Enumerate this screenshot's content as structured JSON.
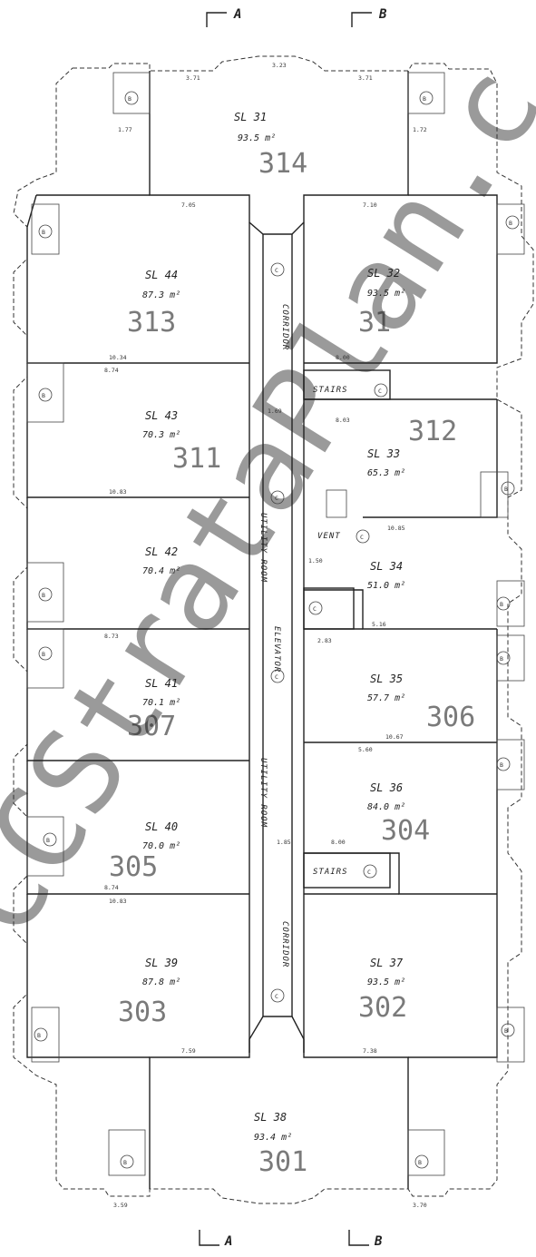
{
  "sections": {
    "a_top": "A",
    "b_top": "B",
    "a_bottom": "A",
    "b_bottom": "B"
  },
  "watermark": "CCStrataPlan.c",
  "lots": [
    {
      "id": "sl31",
      "name": "SL 31",
      "area": "93.5 m²",
      "handwritten": "314"
    },
    {
      "id": "sl32",
      "name": "SL 32",
      "area": "93.5 m²",
      "handwritten": "31"
    },
    {
      "id": "sl33",
      "name": "SL 33",
      "area": "65.3 m²",
      "handwritten": "312"
    },
    {
      "id": "sl34",
      "name": "SL 34",
      "area": "51.0 m²",
      "handwritten": ""
    },
    {
      "id": "sl35",
      "name": "SL 35",
      "area": "57.7 m²",
      "handwritten": "306"
    },
    {
      "id": "sl36",
      "name": "SL 36",
      "area": "84.0 m²",
      "handwritten": "304"
    },
    {
      "id": "sl37",
      "name": "SL 37",
      "area": "93.5 m²",
      "handwritten": "302"
    },
    {
      "id": "sl38",
      "name": "SL 38",
      "area": "93.4 m²",
      "handwritten": "301"
    },
    {
      "id": "sl39",
      "name": "SL 39",
      "area": "87.8 m²",
      "handwritten": "303"
    },
    {
      "id": "sl40",
      "name": "SL 40",
      "area": "70.0 m²",
      "handwritten": "305"
    },
    {
      "id": "sl41",
      "name": "SL 41",
      "area": "70.1 m²",
      "handwritten": "307"
    },
    {
      "id": "sl42",
      "name": "SL 42",
      "area": "70.4 m²",
      "handwritten": ""
    },
    {
      "id": "sl43",
      "name": "SL 43",
      "area": "70.3 m²",
      "handwritten": "311"
    },
    {
      "id": "sl44",
      "name": "SL 44",
      "area": "87.3 m²",
      "handwritten": "313"
    }
  ],
  "common": {
    "corridor": "CORRIDOR",
    "stairs": "STAIRS",
    "vent": "VENT",
    "utility_room": "UTILITY ROOM",
    "elevator": "ELEVATOR",
    "c": "C",
    "b": "B"
  },
  "dimensions": [
    "3.71",
    "3.23",
    "3.71",
    "1.77",
    "1.72",
    "7.05",
    "7.10",
    "10.34",
    "10.83",
    "10.85",
    "10.67",
    "10.83",
    "8.00",
    "8.03",
    "8.00",
    "7.38",
    "7.59",
    "5.16",
    "8.74",
    "8.73",
    "8.74",
    "5.60",
    "2.83",
    "1.50",
    "1.85",
    "1.69",
    "3.59",
    "3.70"
  ]
}
